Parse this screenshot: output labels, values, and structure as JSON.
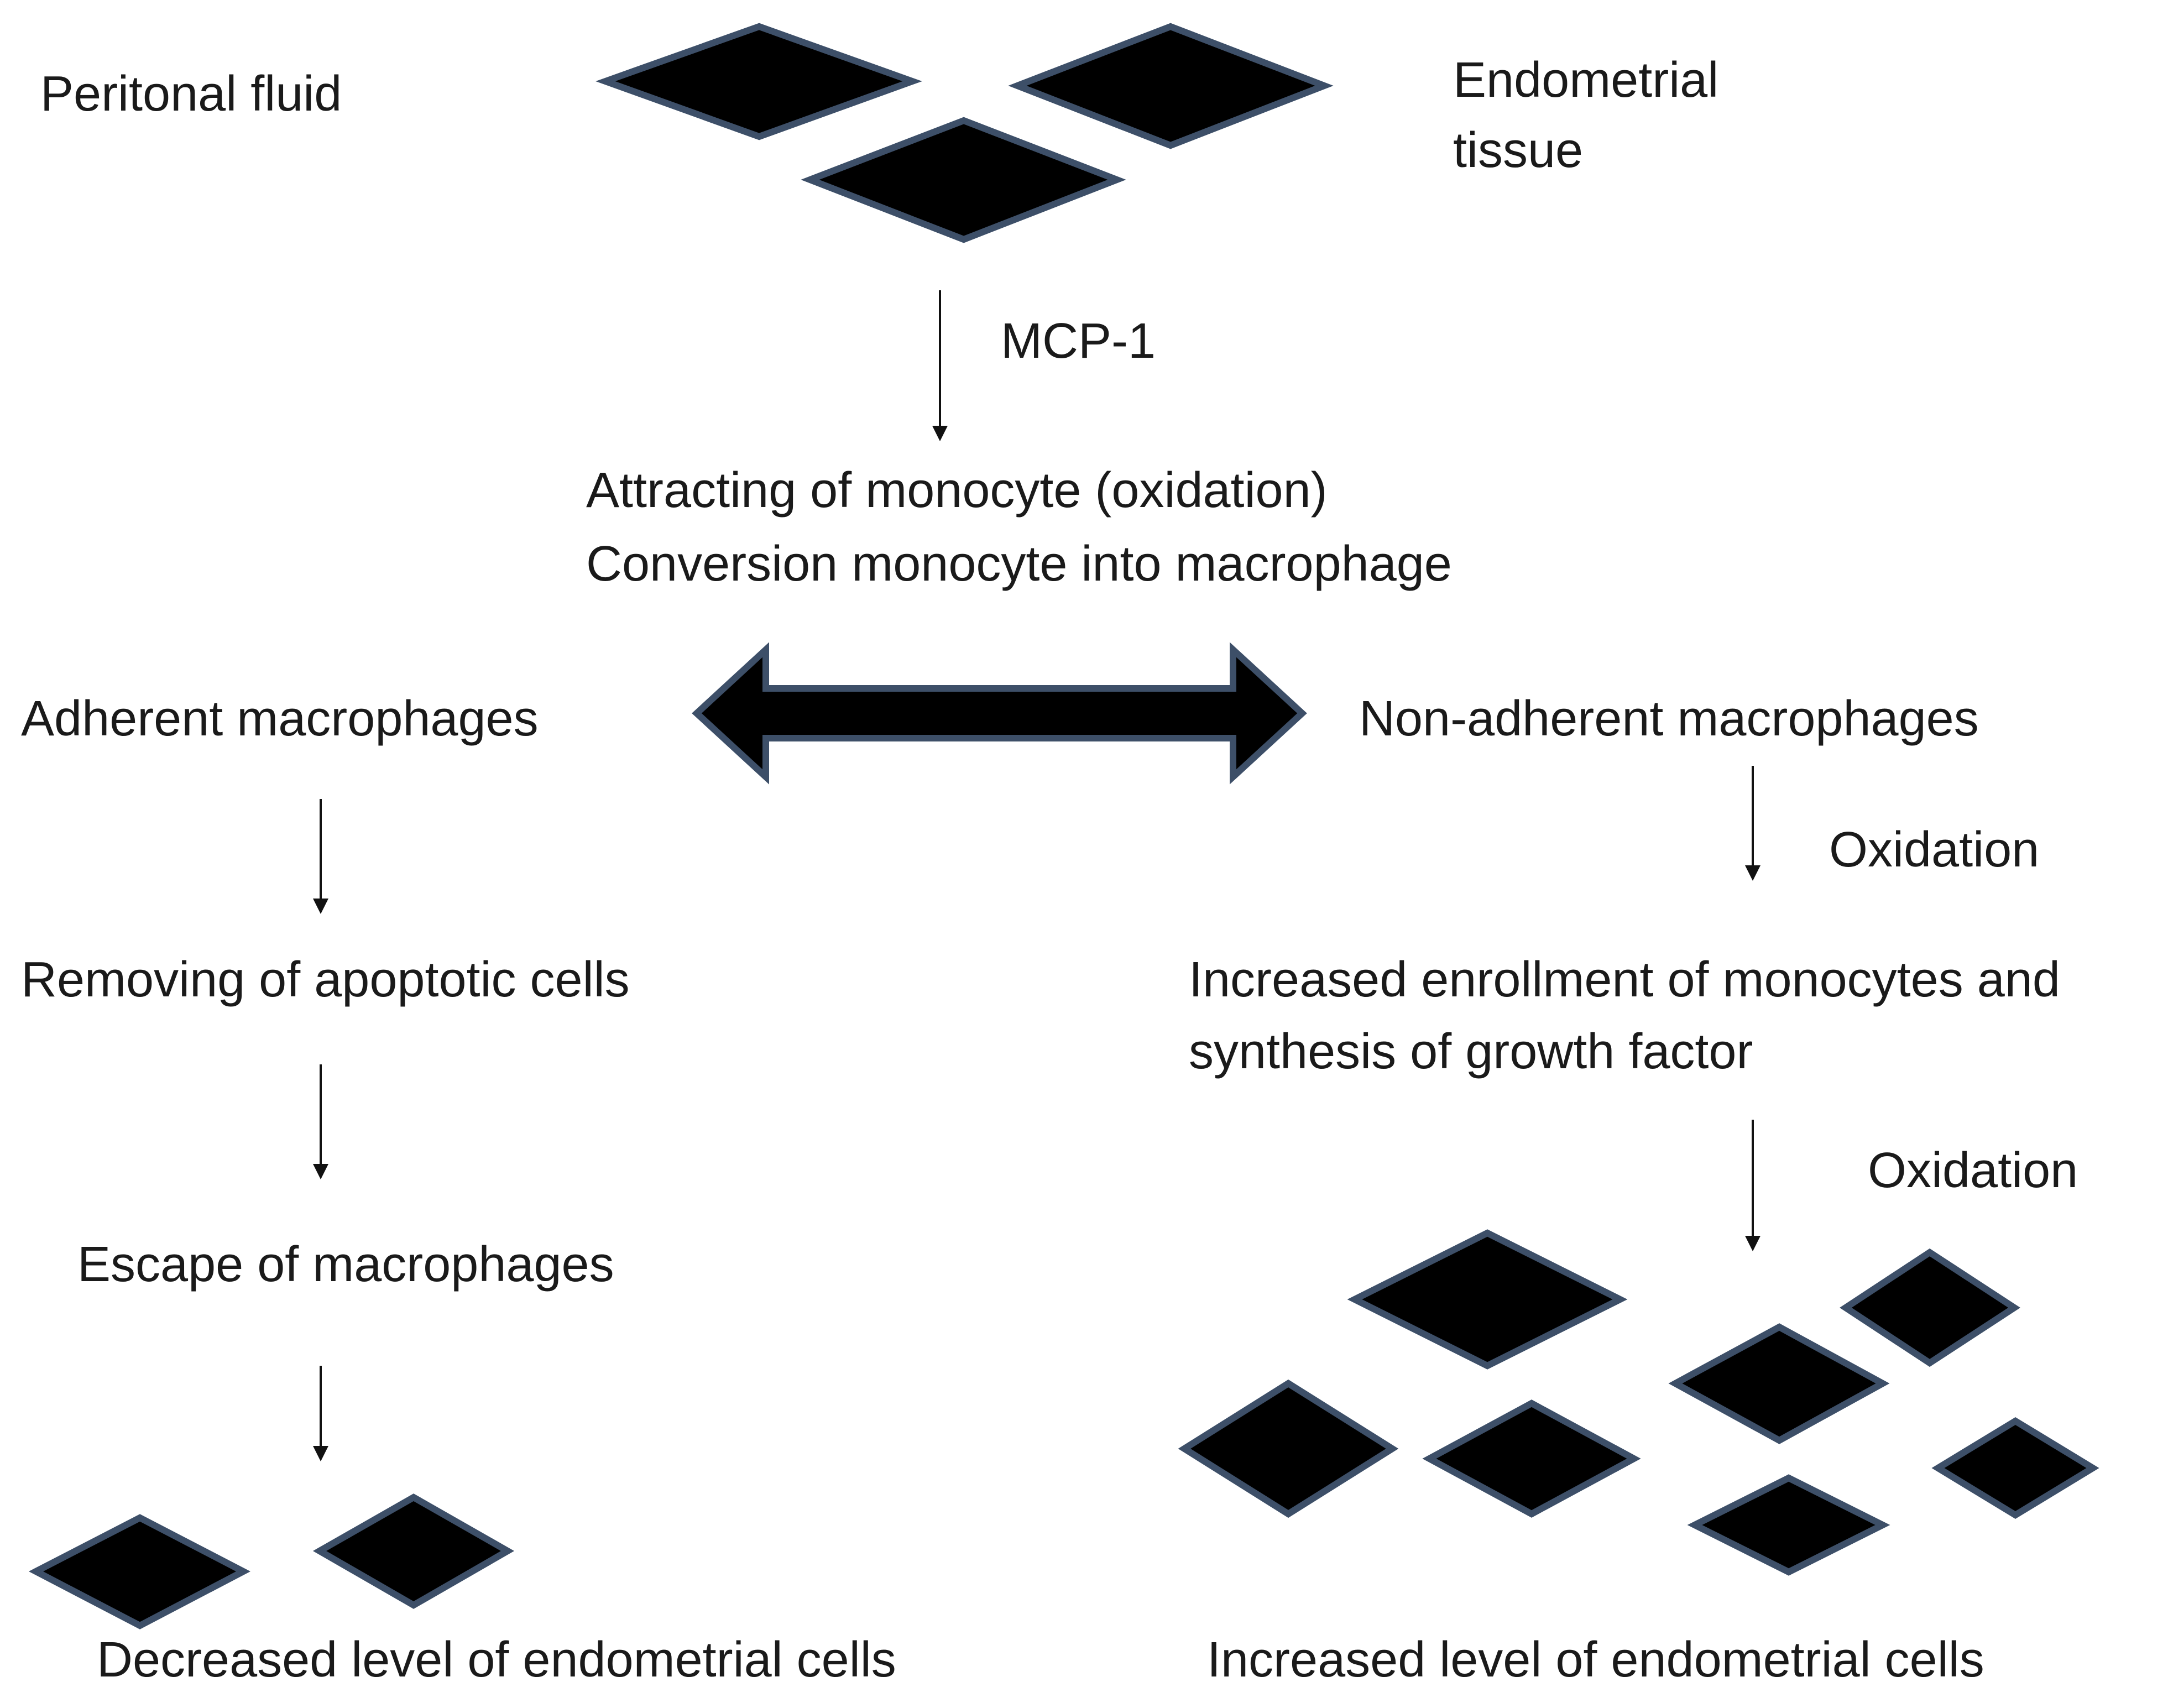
{
  "colors": {
    "shape_fill": "#000000",
    "shape_outline": "#3d4f68",
    "text": "#1a1a1a",
    "background": "#ffffff"
  },
  "top": {
    "left_label": "Peritonal fluid",
    "right_label_line1": "Endometrial",
    "right_label_line2": "tissue"
  },
  "step1": {
    "arrow_label": "MCP-1",
    "line1": "Attracting of monocyte (oxidation)",
    "line2": "Conversion monocyte into macrophage"
  },
  "left_branch": {
    "title": "Adherent macrophages",
    "step1": "Removing of apoptotic cells",
    "step2": "Escape of macrophages",
    "result": "Decreased level of endometrial cells"
  },
  "right_branch": {
    "title": "Non-adherent macrophages",
    "arrow1_label": "Oxidation",
    "step1_line1": "Increased enrollment of monocytes and",
    "step1_line2": "synthesis of growth factor",
    "arrow2_label": "Oxidation",
    "result": "Increased level of endometrial cells"
  },
  "icons": {
    "cell": "diamond-shape",
    "bidirectional": "double-headed-arrow"
  }
}
